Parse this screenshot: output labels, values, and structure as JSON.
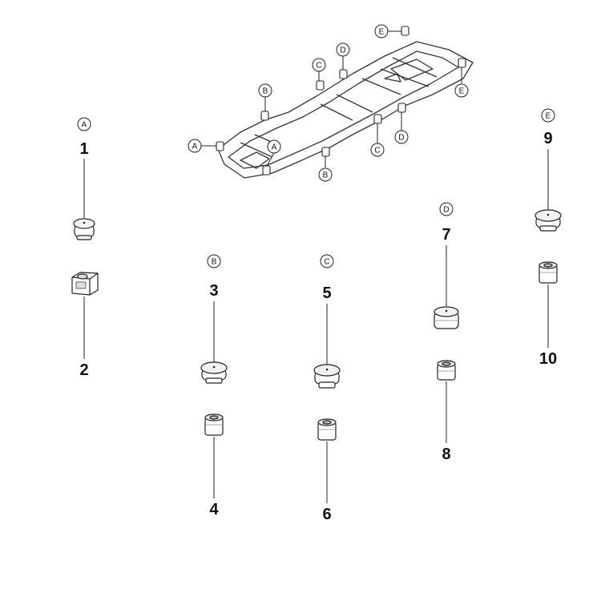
{
  "diagram": {
    "frame_callouts": [
      "A",
      "A",
      "B",
      "B",
      "C",
      "C",
      "D",
      "D",
      "E",
      "E"
    ],
    "groups": [
      {
        "letter": "A",
        "parts": [
          "1",
          "2"
        ]
      },
      {
        "letter": "B",
        "parts": [
          "3",
          "4"
        ]
      },
      {
        "letter": "C",
        "parts": [
          "5",
          "6"
        ]
      },
      {
        "letter": "D",
        "parts": [
          "7",
          "8"
        ]
      },
      {
        "letter": "E",
        "parts": [
          "9",
          "10"
        ]
      }
    ]
  }
}
